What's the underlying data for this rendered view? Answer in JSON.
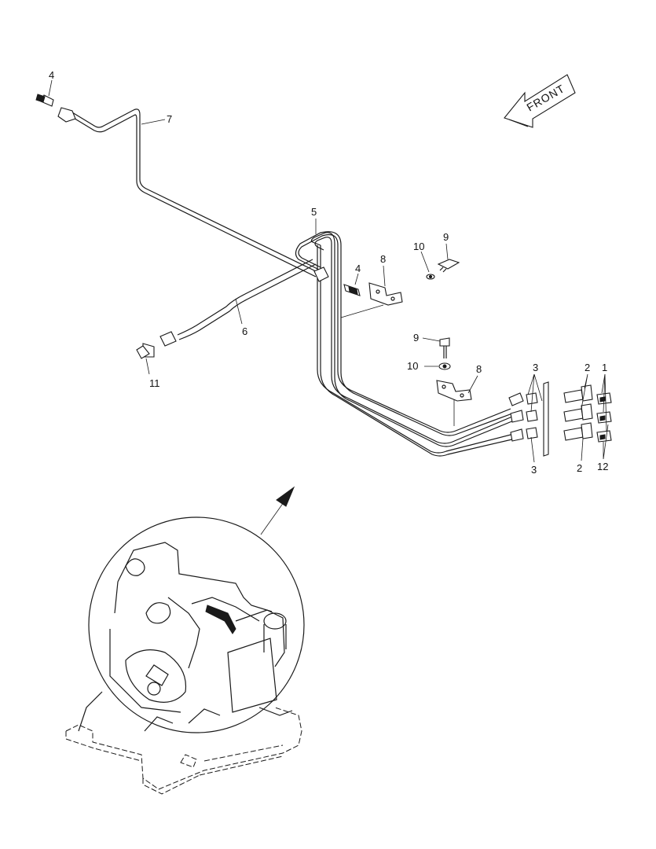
{
  "front_label": "FRONT",
  "callouts": {
    "c1": "1",
    "c2a": "2",
    "c2b": "2",
    "c3a": "3",
    "c3b": "3",
    "c4a": "4",
    "c4b": "4",
    "c5": "5",
    "c6": "6",
    "c7": "7",
    "c8a": "8",
    "c8b": "8",
    "c9a": "9",
    "c9b": "9",
    "c10a": "10",
    "c10b": "10",
    "c11": "11",
    "c12": "12"
  }
}
